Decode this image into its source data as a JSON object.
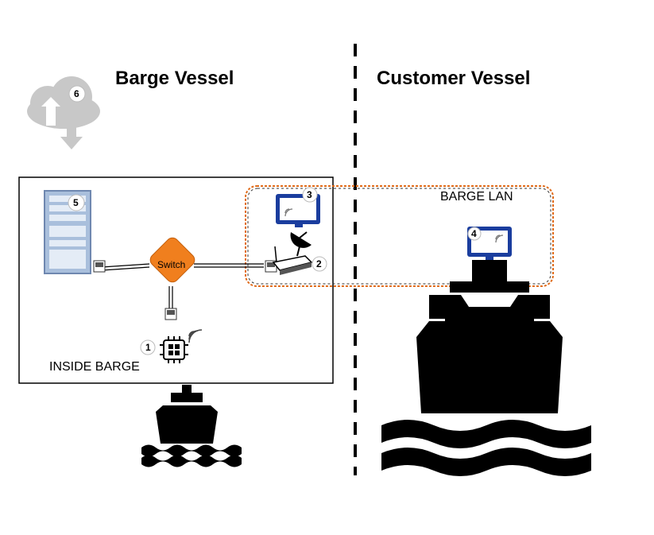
{
  "headings": {
    "barge": "Barge Vessel",
    "customer": "Customer Vessel"
  },
  "labels": {
    "inside_barge": "INSIDE  BARGE",
    "barge_lan": "BARGE LAN",
    "switch": "Switch"
  },
  "badges": {
    "sensor": "1",
    "router": "2",
    "barge_tablet": "3",
    "customer_tablet": "4",
    "server": "5",
    "cloud": "6"
  },
  "colors": {
    "switch_fill": "#f07f1e",
    "tablet_frame": "#1a3d9e",
    "server_fill": "#a9bfdc",
    "lan_border": "#e06b1a",
    "cloud_fill": "#c8c8c8"
  }
}
